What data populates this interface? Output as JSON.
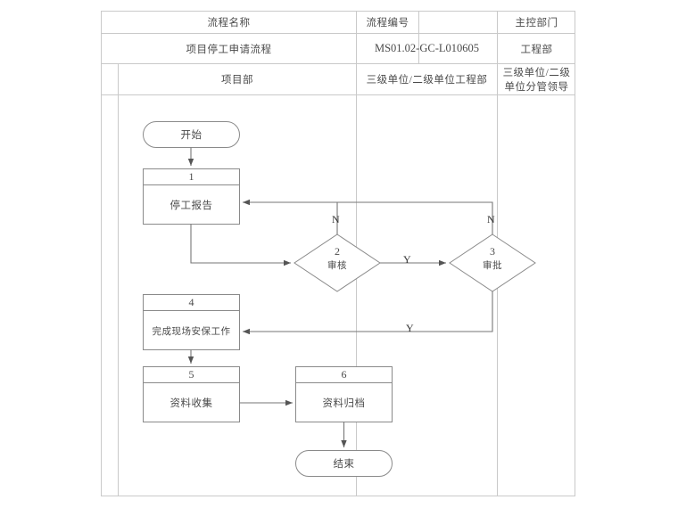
{
  "document": {
    "type": "flowchart",
    "title_row": {
      "headers": [
        "流程名称",
        "流程编号",
        "主控部门"
      ],
      "values": [
        "项目停工申请流程",
        "MS01.02-GC-L010605",
        "工程部"
      ]
    },
    "swimlanes": [
      {
        "id": "lane1",
        "label": "项目部"
      },
      {
        "id": "lane2",
        "label": "三级单位/二级单位工程部"
      },
      {
        "id": "lane3",
        "label": "三级单位/二级单位分管领导"
      }
    ],
    "nodes": [
      {
        "id": "start",
        "shape": "terminator",
        "num": "",
        "label": "开始",
        "lane": "lane1"
      },
      {
        "id": "n1",
        "shape": "process",
        "num": "1",
        "label": "停工报告",
        "lane": "lane1"
      },
      {
        "id": "d2",
        "shape": "decision",
        "num": "2",
        "label": "审核",
        "lane": "lane2"
      },
      {
        "id": "d3",
        "shape": "decision",
        "num": "3",
        "label": "审批",
        "lane": "lane3"
      },
      {
        "id": "n4",
        "shape": "process",
        "num": "4",
        "label": "完成现场安保工作",
        "lane": "lane1"
      },
      {
        "id": "n5",
        "shape": "process",
        "num": "5",
        "label": "资料收集",
        "lane": "lane1"
      },
      {
        "id": "n6",
        "shape": "process",
        "num": "6",
        "label": "资料归档",
        "lane": "lane2"
      },
      {
        "id": "end",
        "shape": "terminator",
        "num": "",
        "label": "结束",
        "lane": "lane2"
      }
    ],
    "edge_labels": {
      "d2_no": "N",
      "d2_yes": "Y",
      "d3_no": "N",
      "d3_yes": "Y"
    },
    "colors": {
      "line": "#8a8a8a",
      "border": "#c9c9c9",
      "text": "#4a4a4a",
      "background": "#ffffff"
    }
  }
}
